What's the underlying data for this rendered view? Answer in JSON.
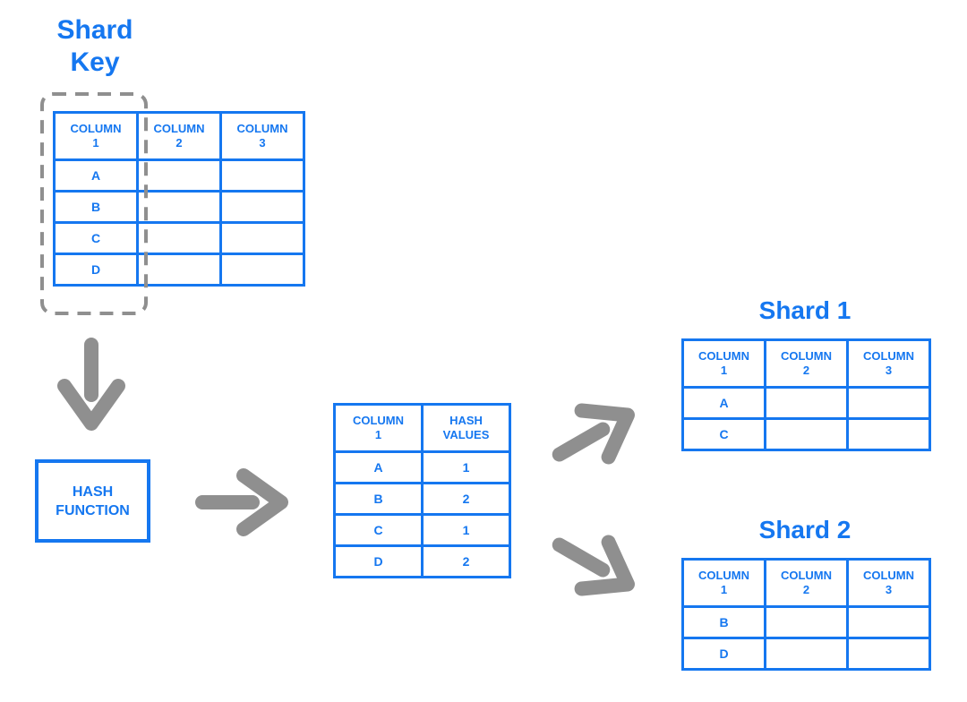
{
  "colors": {
    "primary_blue": "#1577F0",
    "arrow_gray": "#8F8F8F",
    "background": "#FFFFFF"
  },
  "shard_key_label": "Shard\nKey",
  "source_table": {
    "headers": [
      "COLUMN\n1",
      "COLUMN\n2",
      "COLUMN\n3"
    ],
    "rows": [
      [
        "A",
        "",
        ""
      ],
      [
        "B",
        "",
        ""
      ],
      [
        "C",
        "",
        ""
      ],
      [
        "D",
        "",
        ""
      ]
    ]
  },
  "hash_function_box": {
    "label": "HASH\nFUNCTION"
  },
  "hash_table": {
    "headers": [
      "COLUMN\n1",
      "HASH\nVALUES"
    ],
    "rows": [
      [
        "A",
        "1"
      ],
      [
        "B",
        "2"
      ],
      [
        "C",
        "1"
      ],
      [
        "D",
        "2"
      ]
    ]
  },
  "shard1": {
    "title": "Shard 1",
    "headers": [
      "COLUMN\n1",
      "COLUMN\n2",
      "COLUMN\n3"
    ],
    "rows": [
      [
        "A",
        "",
        ""
      ],
      [
        "C",
        "",
        ""
      ]
    ]
  },
  "shard2": {
    "title": "Shard 2",
    "headers": [
      "COLUMN\n1",
      "COLUMN\n2",
      "COLUMN\n3"
    ],
    "rows": [
      [
        "B",
        "",
        ""
      ],
      [
        "D",
        "",
        ""
      ]
    ]
  }
}
